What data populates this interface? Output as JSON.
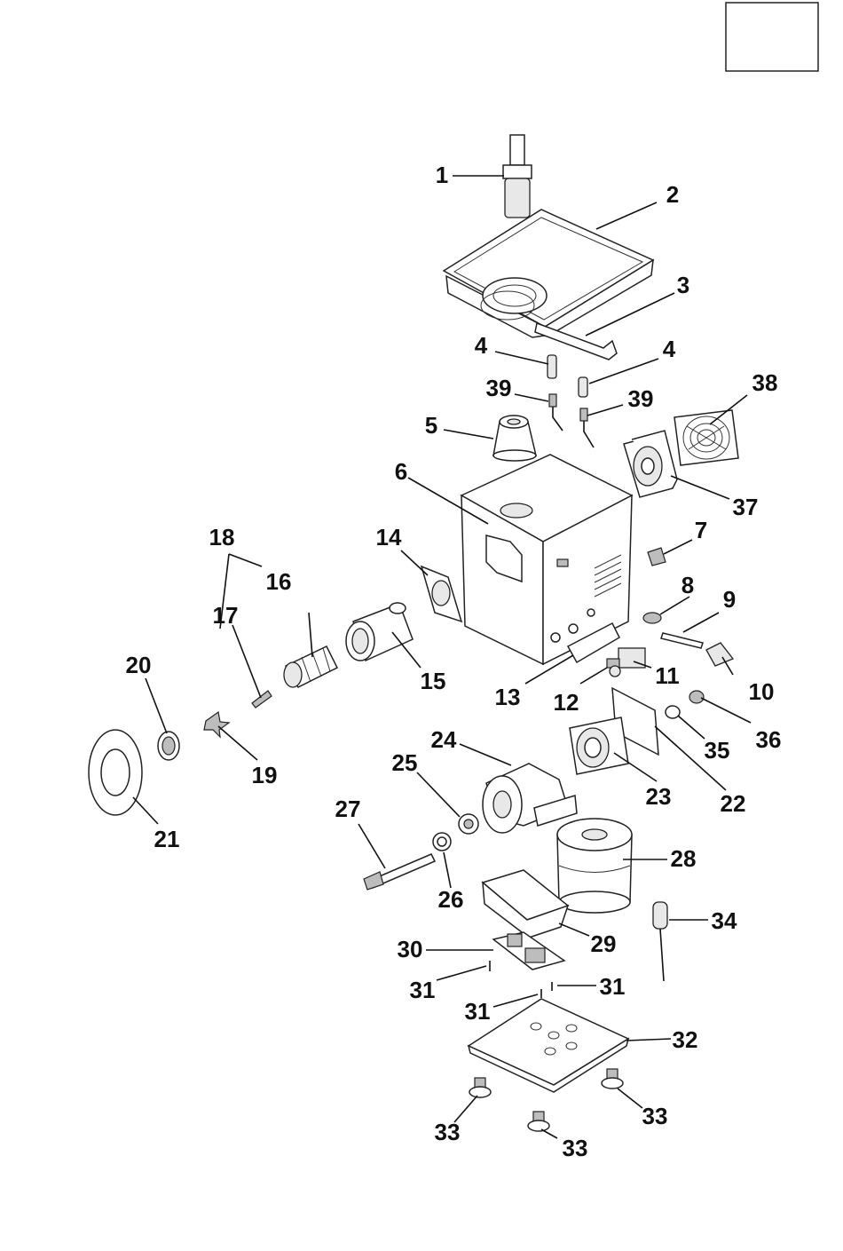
{
  "callouts": [
    {
      "id": "c1",
      "text": "1"
    },
    {
      "id": "c2",
      "text": "2"
    },
    {
      "id": "c3",
      "text": "3"
    },
    {
      "id": "c4a",
      "text": "4"
    },
    {
      "id": "c4b",
      "text": "4"
    },
    {
      "id": "c39a",
      "text": "39"
    },
    {
      "id": "c39b",
      "text": "39"
    },
    {
      "id": "c38",
      "text": "38"
    },
    {
      "id": "c5",
      "text": "5"
    },
    {
      "id": "c6",
      "text": "6"
    },
    {
      "id": "c37",
      "text": "37"
    },
    {
      "id": "c7",
      "text": "7"
    },
    {
      "id": "c18",
      "text": "18"
    },
    {
      "id": "c14",
      "text": "14"
    },
    {
      "id": "c16",
      "text": "16"
    },
    {
      "id": "c8",
      "text": "8"
    },
    {
      "id": "c9",
      "text": "9"
    },
    {
      "id": "c17",
      "text": "17"
    },
    {
      "id": "c20",
      "text": "20"
    },
    {
      "id": "c15",
      "text": "15"
    },
    {
      "id": "c11",
      "text": "11"
    },
    {
      "id": "c10",
      "text": "10"
    },
    {
      "id": "c13",
      "text": "13"
    },
    {
      "id": "c12",
      "text": "12"
    },
    {
      "id": "c36",
      "text": "36"
    },
    {
      "id": "c35",
      "text": "35"
    },
    {
      "id": "c19",
      "text": "19"
    },
    {
      "id": "c24",
      "text": "24"
    },
    {
      "id": "c25",
      "text": "25"
    },
    {
      "id": "c23",
      "text": "23"
    },
    {
      "id": "c22",
      "text": "22"
    },
    {
      "id": "c21",
      "text": "21"
    },
    {
      "id": "c27",
      "text": "27"
    },
    {
      "id": "c28",
      "text": "28"
    },
    {
      "id": "c26",
      "text": "26"
    },
    {
      "id": "c34",
      "text": "34"
    },
    {
      "id": "c29",
      "text": "29"
    },
    {
      "id": "c30",
      "text": "30"
    },
    {
      "id": "c31a",
      "text": "31"
    },
    {
      "id": "c31b",
      "text": "31"
    },
    {
      "id": "c31c",
      "text": "31"
    },
    {
      "id": "c32",
      "text": "32"
    },
    {
      "id": "c33a",
      "text": "33"
    },
    {
      "id": "c33b",
      "text": "33"
    },
    {
      "id": "c33c",
      "text": "33"
    }
  ]
}
